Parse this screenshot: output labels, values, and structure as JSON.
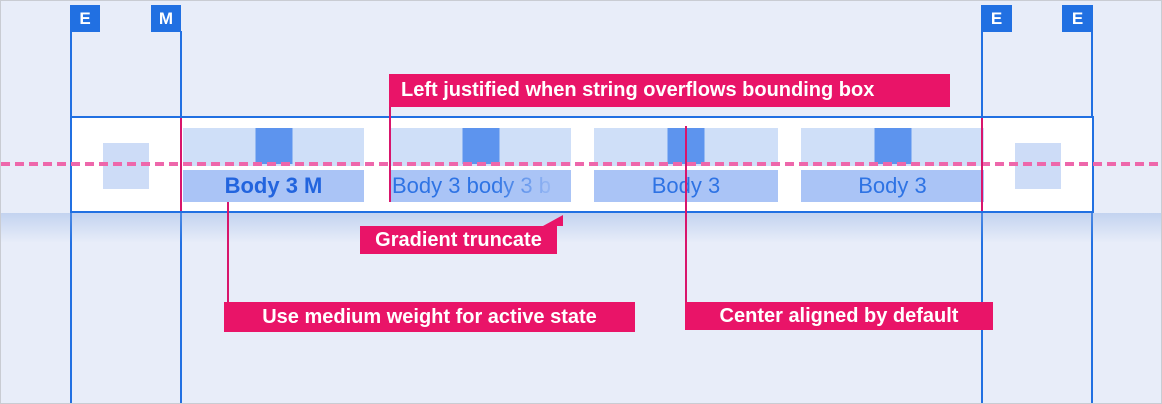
{
  "spec": {
    "component": "tab-bar-redline-spec",
    "margin_markers": [
      {
        "label": "E"
      },
      {
        "label": "M"
      },
      {
        "label": "E"
      },
      {
        "label": "E"
      }
    ],
    "tabs": [
      {
        "label": "Body 3 M",
        "state": "active",
        "alignment": "center",
        "weight": "medium"
      },
      {
        "label": "Body 3 body 3 b",
        "state": "inactive",
        "alignment": "left",
        "truncation": "gradient"
      },
      {
        "label": "Body 3",
        "state": "inactive",
        "alignment": "center"
      },
      {
        "label": "Body 3",
        "state": "inactive",
        "alignment": "center"
      }
    ],
    "callouts": {
      "left_justified": {
        "label": "Left justified when string overflows bounding box"
      },
      "gradient_truncate": {
        "label": "Gradient truncate"
      },
      "medium_weight": {
        "label": "Use medium weight for active state"
      },
      "center_aligned": {
        "label": "Center aligned by default"
      }
    },
    "colors": {
      "background": "#e8edf9",
      "guide_blue": "#2170e2",
      "icon_placeholder_blue": "#5d94ee",
      "icon_area_blue": "#cfdff8",
      "label_box_blue": "#aac4f6",
      "tab_text_blue": "#2e73e4",
      "annotation_pink": "#e91468",
      "dashed_centerline_pink": "#ee67ab"
    }
  }
}
